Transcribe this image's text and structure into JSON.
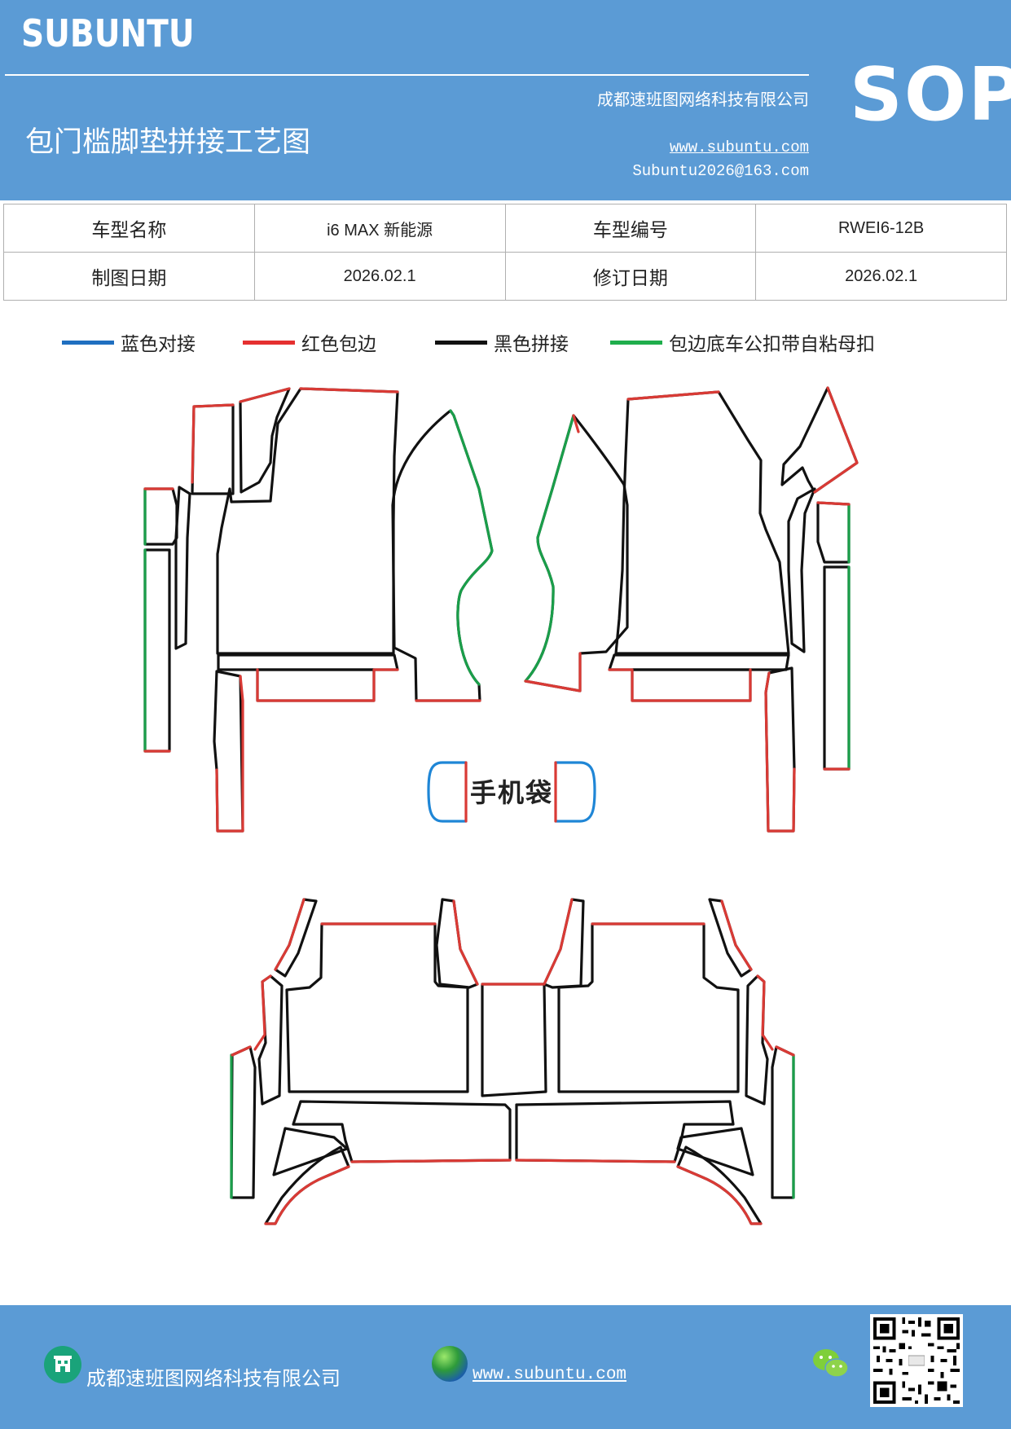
{
  "header": {
    "brand": "SUBUNTU",
    "title": "包门槛脚垫拼接工艺图",
    "company": "成都速班图网络科技有限公司",
    "website": "www.subuntu.com",
    "email": "Subuntu2026@163.com",
    "badge": "SOP"
  },
  "info_table": {
    "model_name_label": "车型名称",
    "model_name_value": "i6 MAX  新能源",
    "model_code_label": "车型编号",
    "model_code_value": "RWEI6-12B",
    "draw_date_label": "制图日期",
    "draw_date_value": "2026.02.1",
    "revise_date_label": "修订日期",
    "revise_date_value": "2026.02.1"
  },
  "legend": [
    {
      "label": "蓝色对接",
      "color": "#1f6fc0"
    },
    {
      "label": "红色包边",
      "color": "#e53030"
    },
    {
      "label": "黑色拼接",
      "color": "#111111"
    },
    {
      "label": "包边底车公扣带自粘母扣",
      "color": "#1fae4c"
    }
  ],
  "diagram": {
    "phone_bag_label": "手机袋",
    "colors": {
      "blue": "#1f86d6",
      "red": "#d93a35",
      "black": "#111111",
      "green": "#1a9e4a"
    }
  },
  "footer": {
    "company": "成都速班图网络科技有限公司",
    "website": "www.subuntu.com ",
    "icons": [
      "building-icon",
      "globe-icon",
      "wechat-icon",
      "qr-code"
    ]
  }
}
